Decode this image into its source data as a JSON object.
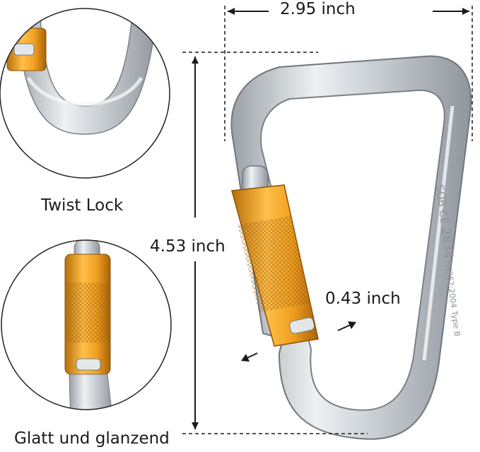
{
  "dimensions": {
    "width_label": "2.95 inch",
    "height_label": "4.53 inch",
    "thickness_label": "0.43 inch"
  },
  "insets": {
    "top_caption": "Twist Lock",
    "bottom_caption": "Glatt und glanzend"
  },
  "engraving": {
    "brand": "SOB",
    "mark": "CE",
    "number": "2834",
    "standard": "EN362:2004",
    "type": "Type B"
  },
  "colors": {
    "metal": "#c9ced3",
    "metal_dark": "#8f969c",
    "gold": "#f0a020",
    "gold_dark": "#b86f0a",
    "line": "#1a1a1a"
  }
}
